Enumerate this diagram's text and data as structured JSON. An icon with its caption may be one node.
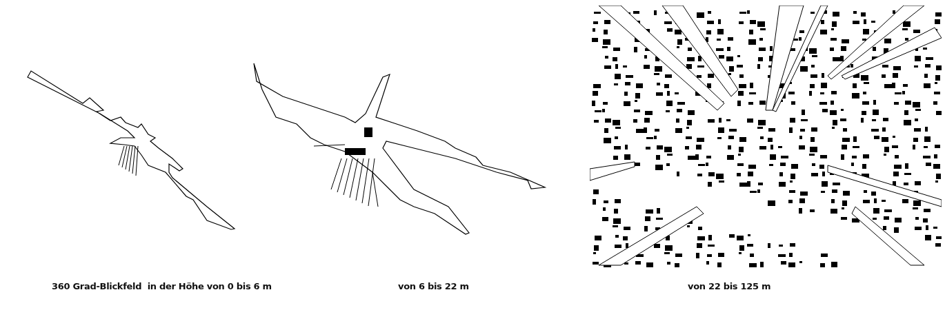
{
  "diagram": {
    "labels": [
      "360 Grad-Blickfeld  in der Höhe von 0 bis 6 m",
      "von 6 bis 22 m",
      "von 22 bis 125 m"
    ]
  }
}
